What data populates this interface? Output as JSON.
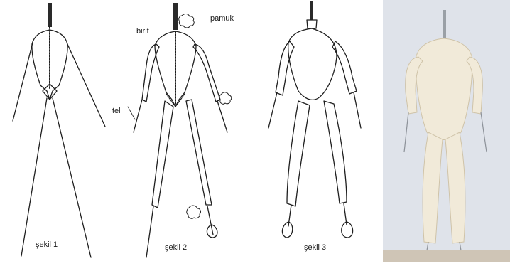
{
  "figures": [
    {
      "caption": "şekil 1"
    },
    {
      "caption": "şekil 2"
    },
    {
      "caption": "şekil 3"
    }
  ],
  "annotations": {
    "wire": "tel",
    "tape": "birit",
    "cotton": "pamuk"
  },
  "colors": {
    "line": "#1e1e1e",
    "photo_background": "#dfe3ea",
    "fabric": "#f1ead9"
  }
}
